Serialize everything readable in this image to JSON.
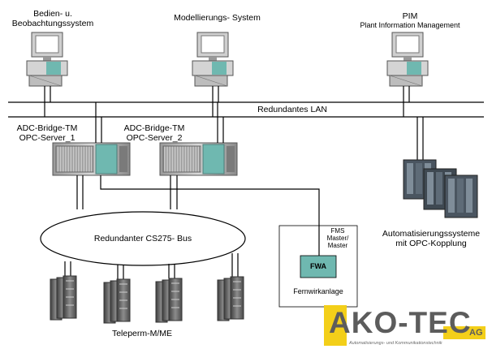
{
  "top_stations": [
    {
      "line1": "Bedien- u.",
      "line2": "Beobachtungssystem"
    },
    {
      "line1": "Modellierungs- System",
      "line2": ""
    },
    {
      "line1": "PIM",
      "line2": "Plant Information Management"
    }
  ],
  "network": {
    "lan_label": "Redundantes LAN",
    "bus_label": "Redundanter CS275- Bus"
  },
  "servers": [
    {
      "line1": "ADC-Bridge-TM",
      "line2": "OPC-Server_1"
    },
    {
      "line1": "ADC-Bridge-TM",
      "line2": "OPC-Server_2"
    }
  ],
  "fwa": {
    "box_label": "FWA",
    "fms_line1": "FMS",
    "fms_line2": "Master/",
    "fms_line3": "Master",
    "caption": "Fernwirkanlage"
  },
  "automation": {
    "line1": "Automatisierungssysteme",
    "line2": "mit OPC-Kopplung"
  },
  "teleperm": {
    "label": "Teleperm-M/ME"
  },
  "logo": {
    "text": "AKO-TEC",
    "suffix": "AG",
    "tagline": "Automatisierungs- und Kommunikationstechnik"
  },
  "colors": {
    "teal": "#6fb8b0",
    "lan_line": "#000000",
    "logo_yellow": "#f3cf19",
    "logo_gray": "#5c5c5c"
  }
}
